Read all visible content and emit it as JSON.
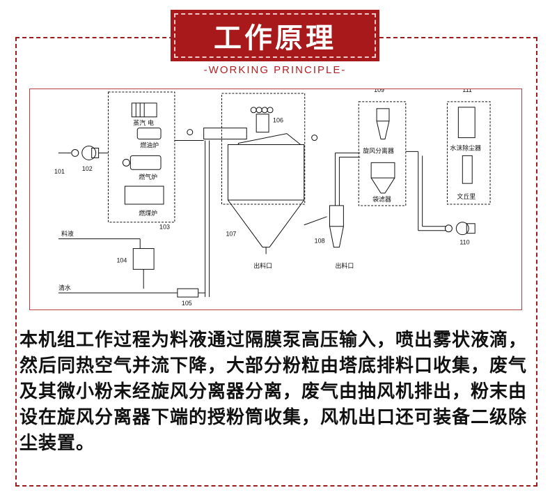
{
  "header": {
    "title": "工作原理",
    "subtitle": "WORKING PRINCIPLE"
  },
  "diagram": {
    "labels": {
      "steam_elec": "蒸汽 电",
      "oil_furnace": "燃油炉",
      "gas_furnace": "燃气炉",
      "coal_furnace": "燃煤炉",
      "cyclone": "旋风分离器",
      "bag_filter": "袋滤器",
      "water_film": "水沫除尘器",
      "venturi": "文丘里",
      "feed_liquid": "料液",
      "clean_water": "清水",
      "outlet_tower": "出料口",
      "outlet_cyclone": "出料口"
    },
    "numbers": {
      "n101": "101",
      "n102": "102",
      "n103": "103",
      "n104": "104",
      "n105": "105",
      "n106": "106",
      "n107": "107",
      "n108": "108",
      "n109": "109",
      "n110": "110",
      "n111": "111"
    }
  },
  "description": "本机组工作过程为料液通过隔膜泵高压输入，喷出雾状液滴，然后同热空气并流下降，大部分粉粒由塔底排料口收集，废气及其微小粉末经旋风分离器分离，废气由抽风机排出，粉末由设在旋风分离器下端的授粉筒收集，风机出口还可装备二级除尘装置。",
  "colors": {
    "accent": "#a8191c",
    "frame": "#9a1c1c",
    "text": "#111111"
  }
}
